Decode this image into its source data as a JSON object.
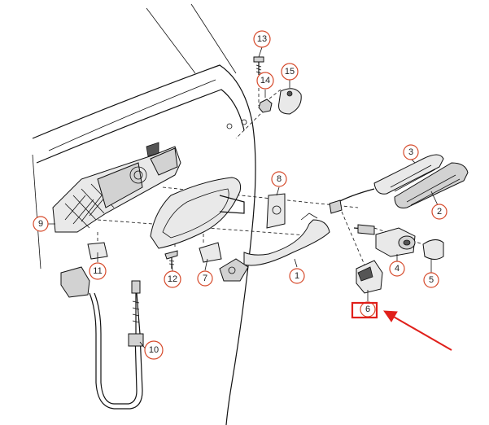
{
  "diagram": {
    "callouts": [
      "1",
      "2",
      "3",
      "4",
      "5",
      "6",
      "7",
      "8",
      "9",
      "10",
      "11",
      "12",
      "13",
      "14",
      "15"
    ],
    "highlighted_callout": "6",
    "colors": {
      "callout_border": "#d64a2b",
      "highlight_box": "#e0201b",
      "arrow": "#e0201b",
      "line": "#111111"
    }
  }
}
